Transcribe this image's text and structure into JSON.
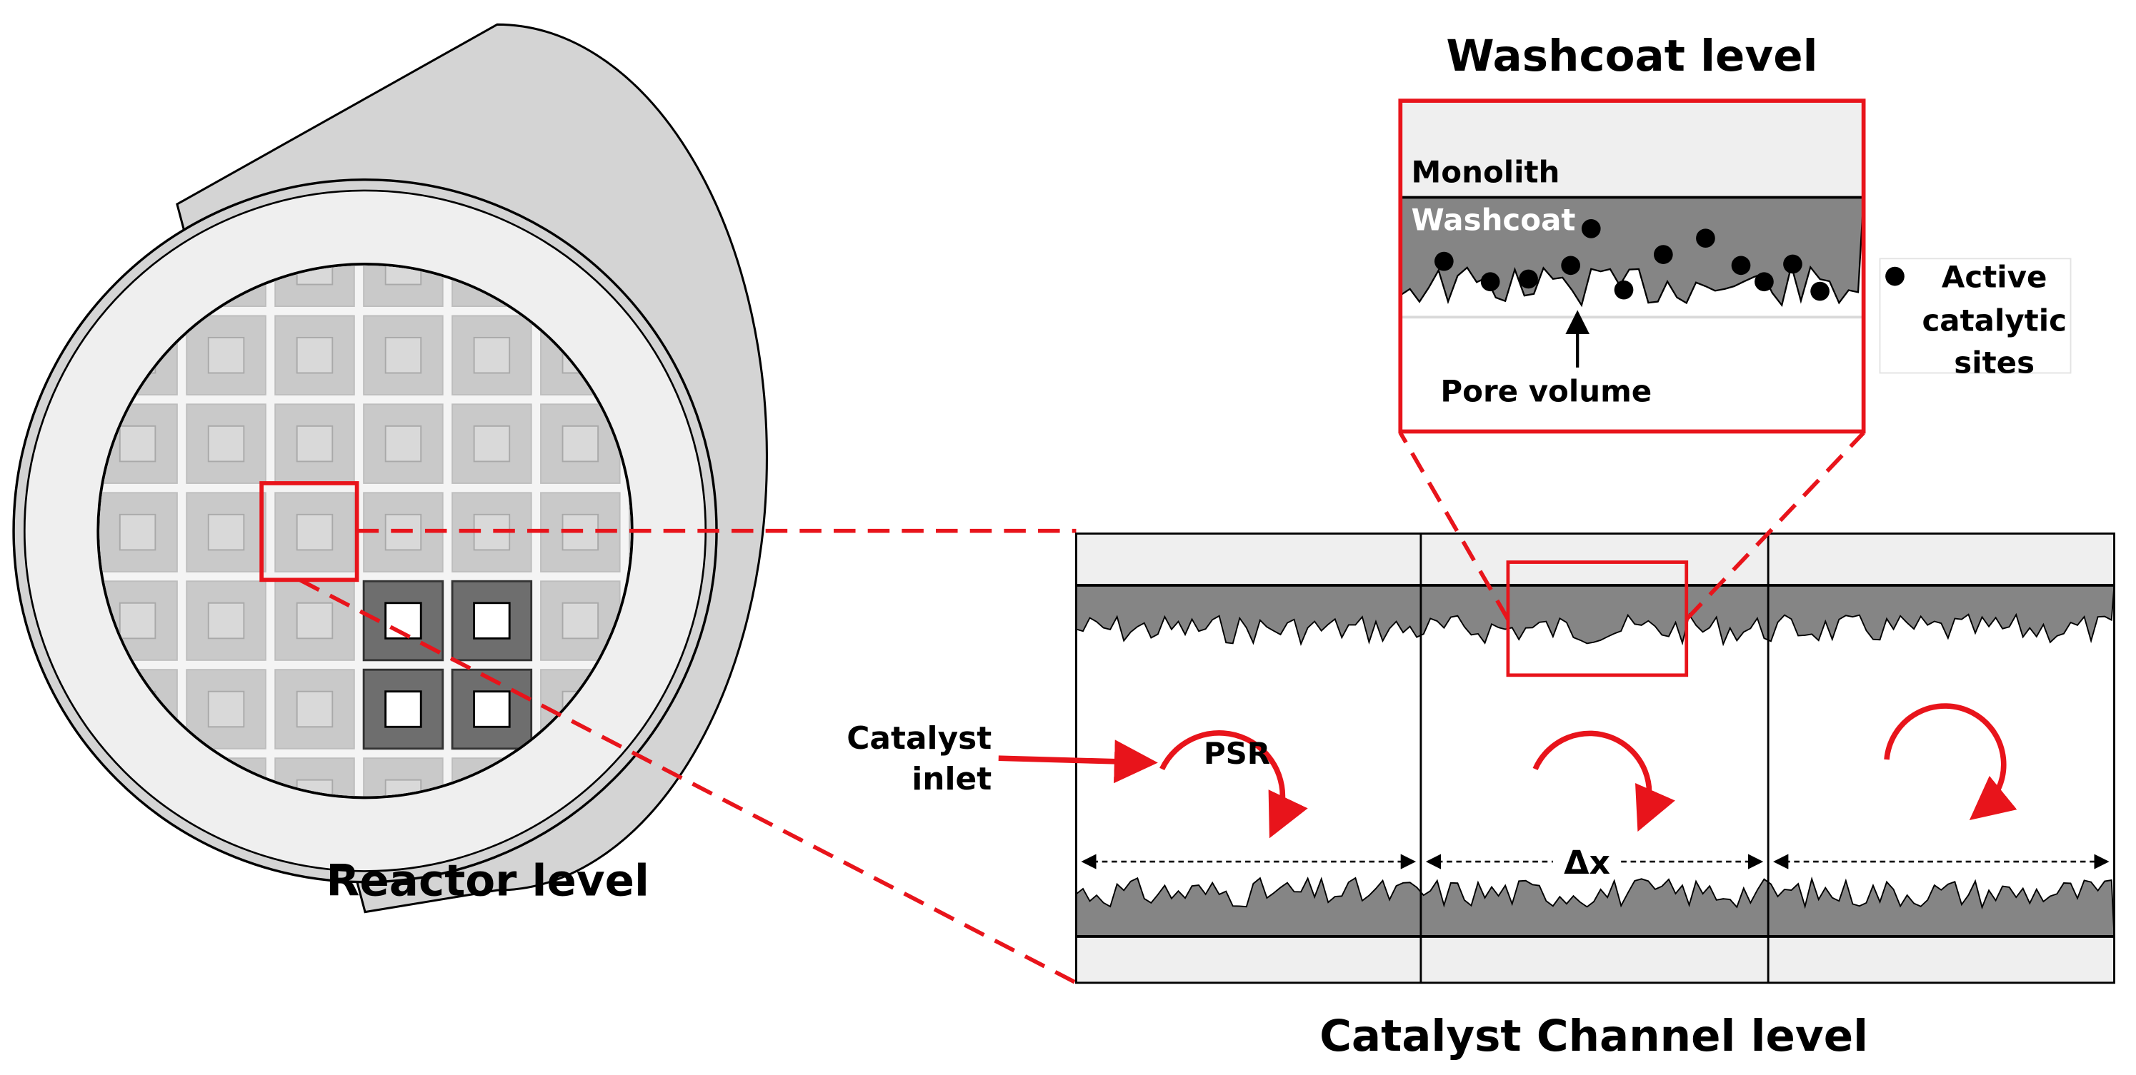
{
  "labels": {
    "reactor_level": "Reactor level",
    "washcoat_level": "Washcoat level",
    "catalyst_channel_level": "Catalyst Channel level",
    "monolith": "Monolith",
    "washcoat": "Washcoat",
    "pore_volume": "Pore volume",
    "legend_active_line1": "Active",
    "legend_active_line2": "catalytic",
    "legend_active_line3": "sites",
    "catalyst_inlet_line1": "Catalyst",
    "catalyst_inlet_line2": "inlet",
    "psr": "PSR",
    "delta_x": "Δx"
  },
  "colors": {
    "accent_red": "#e8141b",
    "washcoat_gray": "#858585",
    "monolith_light": "#efefef",
    "cylinder_body": "#d4d4d4",
    "cell_light": "#c9c9c9",
    "cell_dark": "#6e6e6e"
  }
}
